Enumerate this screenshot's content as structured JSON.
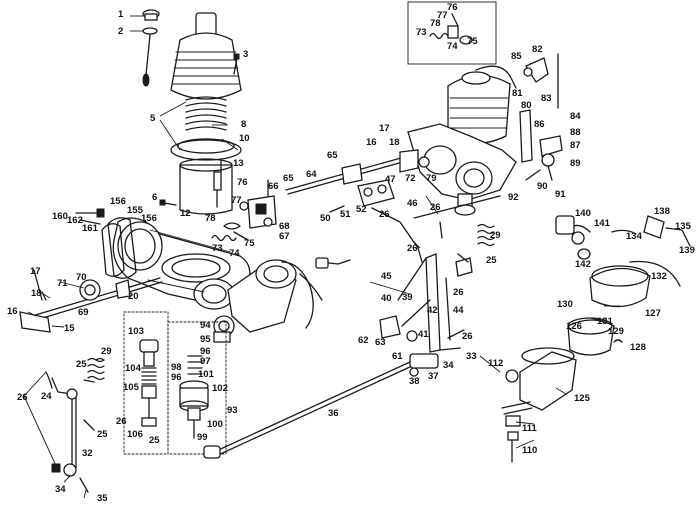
{
  "diagram": {
    "labels": [
      "1",
      "2",
      "3",
      "5",
      "8",
      "10",
      "6",
      "12",
      "13",
      "76",
      "65",
      "66",
      "77",
      "78",
      "68",
      "67",
      "73",
      "74",
      "75",
      "160",
      "162",
      "161",
      "156",
      "155",
      "156",
      "17",
      "71",
      "70",
      "18",
      "16",
      "15",
      "69",
      "20",
      "103",
      "104",
      "105",
      "106",
      "26",
      "25",
      "29",
      "25",
      "24",
      "26",
      "25",
      "32",
      "34",
      "35",
      "94",
      "95",
      "96",
      "97",
      "98",
      "96",
      "101",
      "102",
      "93",
      "100",
      "99",
      "36",
      "38",
      "37",
      "34",
      "33",
      "64",
      "65",
      "16",
      "17",
      "18",
      "72",
      "79",
      "47",
      "50",
      "51",
      "52",
      "26",
      "46",
      "26",
      "29",
      "45",
      "26",
      "25",
      "26",
      "40",
      "39",
      "42",
      "44",
      "62",
      "63",
      "41",
      "26",
      "61",
      "76",
      "77",
      "78",
      "73",
      "74",
      "75",
      "85",
      "82",
      "81",
      "83",
      "80",
      "84",
      "86",
      "88",
      "87",
      "89",
      "90",
      "91",
      "92",
      "140",
      "141",
      "142",
      "134",
      "138",
      "135",
      "139",
      "132",
      "130",
      "131",
      "129",
      "127",
      "126",
      "128",
      "112",
      "125",
      "111",
      "110"
    ]
  }
}
